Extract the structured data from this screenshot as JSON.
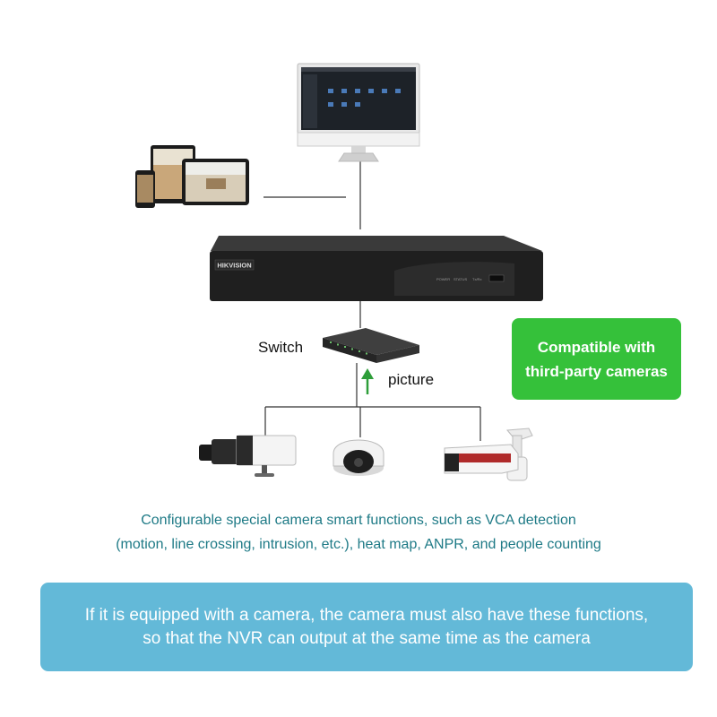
{
  "nvr": {
    "brand": "HIKVISION",
    "indicators": [
      "POWER",
      "STATUS",
      "Tx/Rx"
    ]
  },
  "labels": {
    "switch": "Switch",
    "picture": "picture"
  },
  "badge": {
    "line1": "Compatible with",
    "line2": "third-party cameras"
  },
  "caption": {
    "line1": "Configurable special camera smart functions, such as VCA detection",
    "line2": "(motion, line crossing, intrusion, etc.), heat map, ANPR, and people counting"
  },
  "note": {
    "line1": "If it is equipped with a camera, the camera must also have these functions,",
    "line2": "so that the NVR can output at the same time as the camera"
  },
  "colors": {
    "badge": "#35c13a",
    "note": "#63b9d8",
    "caption": "#1e7a86",
    "arrow": "#2e9e3a",
    "device": "#2b2b2b"
  }
}
